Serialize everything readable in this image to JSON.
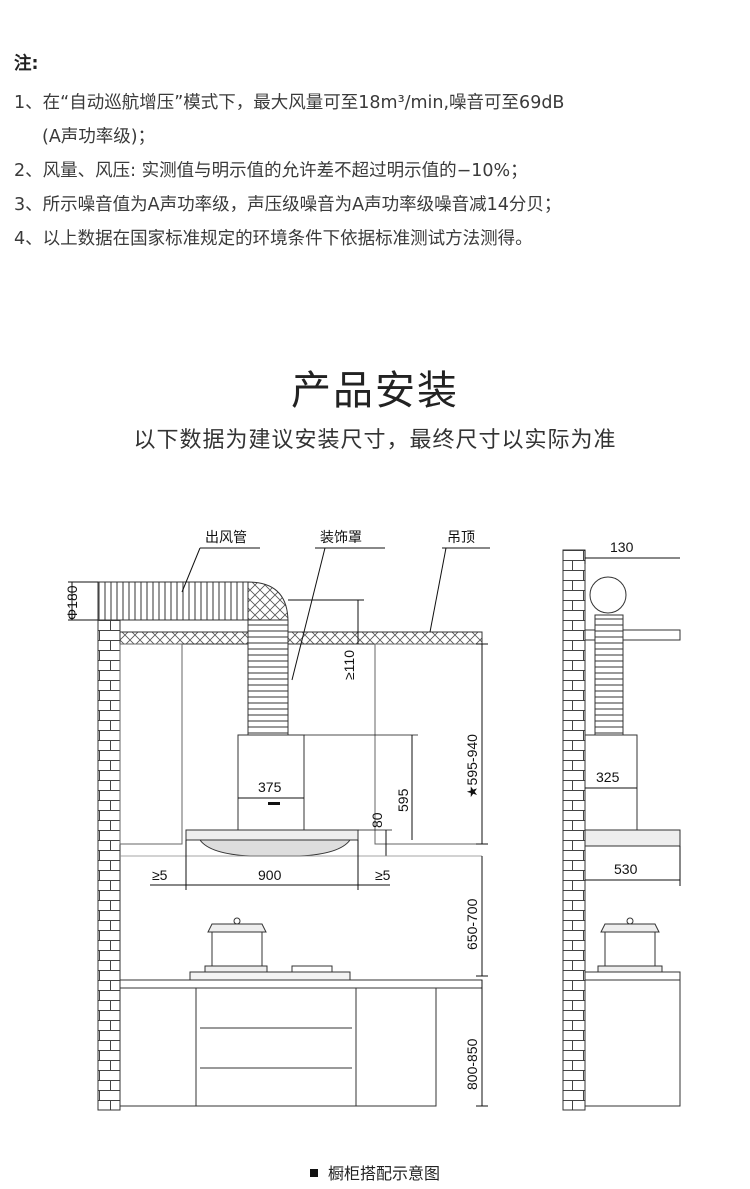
{
  "notes": {
    "title": "注:",
    "items": [
      "1、在“自动巡航增压”模式下，最大风量可至18m³/min,噪音可至69dB",
      "(A声功率级)；",
      "2、风量、风压: 实测值与明示值的允许差不超过明示值的−10%；",
      "3、所示噪音值为A声功率级，声压级噪音为A声功率级噪音减14分贝；",
      "4、以上数据在国家标准规定的环境条件下依据标准测试方法测得。"
    ]
  },
  "install": {
    "title": "产品安装",
    "subtitle": "以下数据为建议安装尺寸，最终尺寸以实际为准"
  },
  "diagram": {
    "labels": {
      "duct": "出风管",
      "cover": "装饰罩",
      "ceiling": "吊顶"
    },
    "dims": {
      "phi": "Φ180",
      "d110": "≥110",
      "d595_940": "★595-940",
      "d375": "375",
      "d595": "595",
      "d80": "80",
      "ge5_left": "≥5",
      "d900": "900",
      "ge5_right": "≥5",
      "d650_700": "650-700",
      "d800_850": "800-850",
      "d130": "130",
      "d325": "325",
      "d530": "530"
    },
    "caption": "橱柜搭配示意图"
  }
}
